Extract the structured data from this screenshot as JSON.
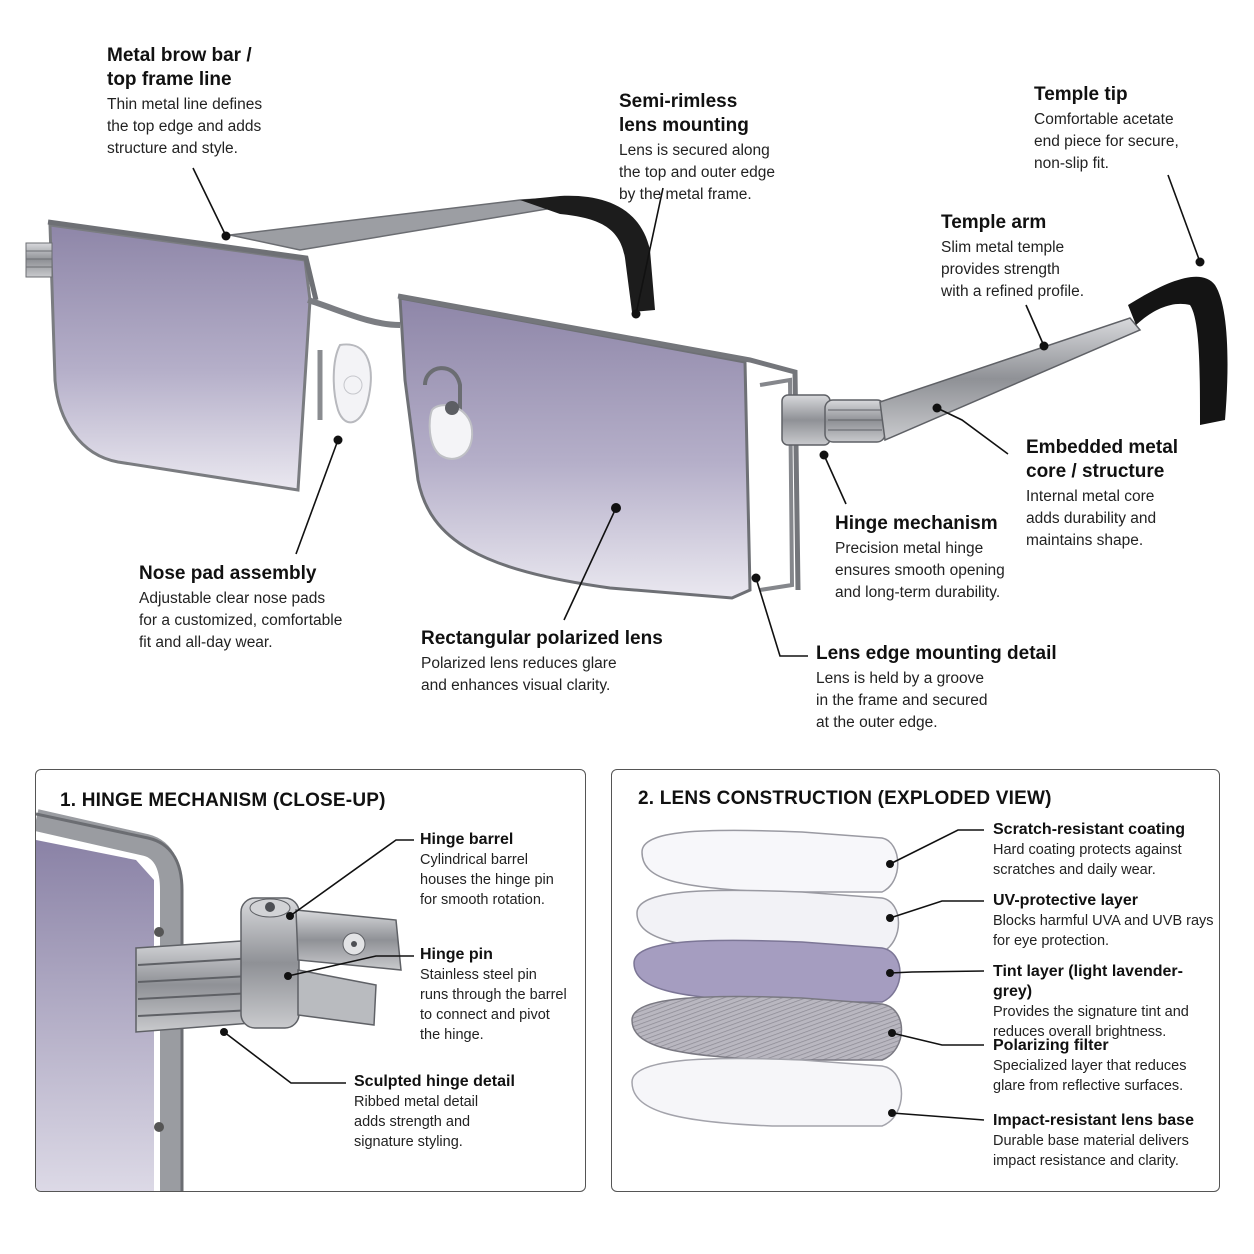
{
  "main_callouts": [
    {
      "id": "brow",
      "title": "Metal brow bar /\ntop frame line",
      "desc": "Thin metal line defines\nthe top edge and adds\nstructure and style."
    },
    {
      "id": "semi",
      "title": "Semi-rimless\nlens mounting",
      "desc": "Lens is secured along\nthe top and outer edge\nby the metal frame."
    },
    {
      "id": "tip",
      "title": "Temple tip",
      "desc": "Comfortable acetate\nend piece for secure,\nnon-slip fit."
    },
    {
      "id": "arm",
      "title": "Temple arm",
      "desc": "Slim metal temple\nprovides strength\nwith a refined profile."
    },
    {
      "id": "core",
      "title": "Embedded metal\ncore / structure",
      "desc": "Internal metal core\nadds durability and\nmaintains shape."
    },
    {
      "id": "hinge",
      "title": "Hinge mechanism",
      "desc": "Precision metal hinge\nensures smooth opening\nand long-term durability."
    },
    {
      "id": "nose",
      "title": "Nose pad assembly",
      "desc": "Adjustable clear nose pads\nfor a customized, comfortable\nfit and all-day wear."
    },
    {
      "id": "lens",
      "title": "Rectangular polarized lens",
      "desc": "Polarized lens reduces glare\nand enhances visual clarity."
    },
    {
      "id": "edge",
      "title": "Lens edge mounting detail",
      "desc": "Lens is held by a groove\nin the frame and secured\nat the outer edge."
    }
  ],
  "hinge_panel": {
    "title": "1. HINGE MECHANISM (CLOSE-UP)",
    "callouts": [
      {
        "title": "Hinge barrel",
        "desc": "Cylindrical barrel\nhouses the hinge pin\nfor smooth rotation."
      },
      {
        "title": "Hinge pin",
        "desc": "Stainless steel pin\nruns through the barrel\nto connect and pivot\nthe hinge."
      },
      {
        "title": "Sculpted hinge detail",
        "desc": "Ribbed metal detail\nadds strength and\nsignature styling."
      }
    ]
  },
  "lens_panel": {
    "title": "2. LENS CONSTRUCTION (EXPLODED VIEW)",
    "layers": [
      {
        "title": "Scratch-resistant coating",
        "desc": "Hard coating protects against\nscratches and daily wear."
      },
      {
        "title": "UV-protective layer",
        "desc": "Blocks harmful UVA and UVB rays\nfor eye protection."
      },
      {
        "title": "Tint layer (light lavender-grey)",
        "desc": "Provides the signature tint and\nreduces overall brightness."
      },
      {
        "title": "Polarizing filter",
        "desc": "Specialized layer that reduces\nglare from reflective surfaces."
      },
      {
        "title": "Impact-resistant lens base",
        "desc": "Durable base material delivers\nimpact resistance and clarity."
      }
    ]
  },
  "colors": {
    "lens_tint": "#a49cbc",
    "metal": "#8a8c90",
    "temple_tip": "#151515"
  }
}
